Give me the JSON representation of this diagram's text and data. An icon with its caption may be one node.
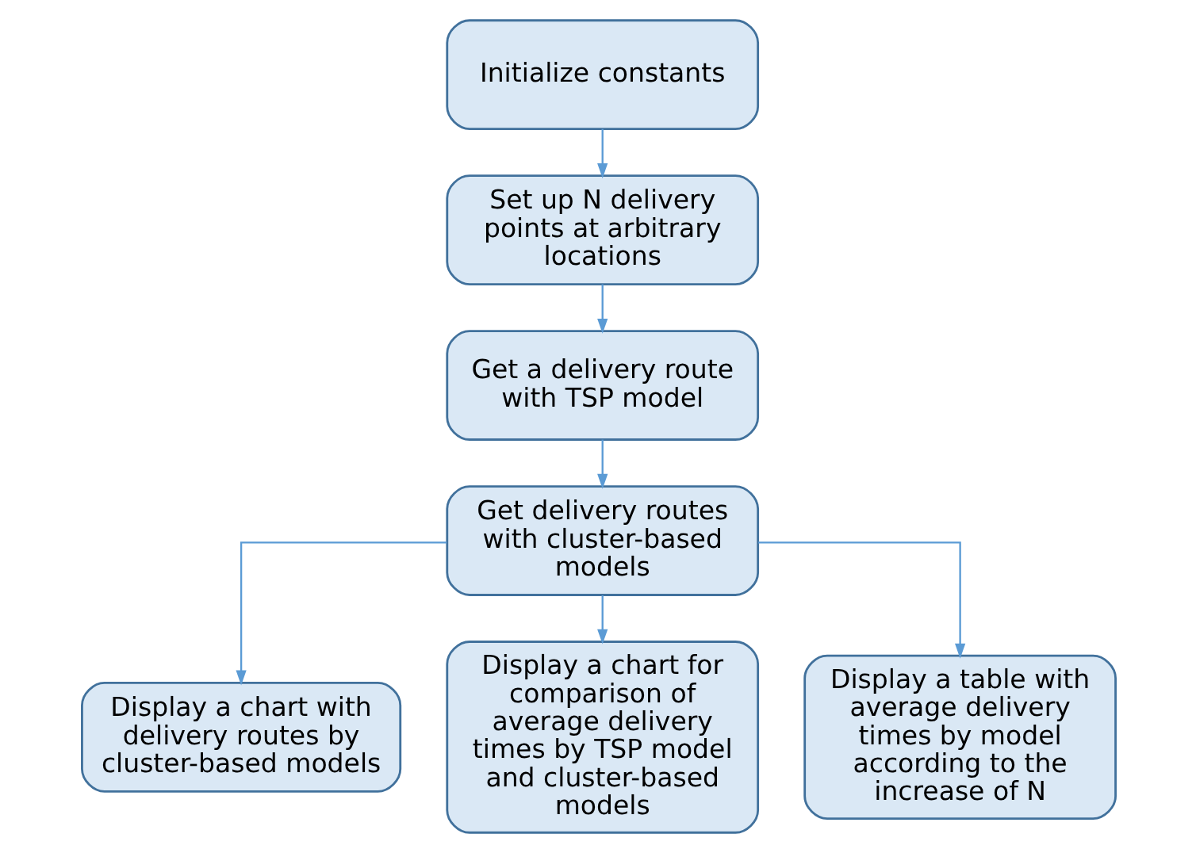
{
  "diagram": {
    "nodes": [
      {
        "text": [
          "Initialize constants"
        ]
      },
      {
        "text": [
          "Set up N delivery points at arbitrary locations"
        ]
      },
      {
        "text": [
          "Get a delivery route with TSP model"
        ]
      },
      {
        "text": [
          "Get delivery routes with cluster-based models"
        ]
      },
      {
        "text": [
          "Display a chart with delivery routes by cluster-based models"
        ]
      },
      {
        "text": [
          "Display a chart for comparison of average delivery times by TSP model and cluster-based models"
        ]
      },
      {
        "text": [
          "Display a table with average delivery times by model according to the increase of N"
        ]
      }
    ],
    "edges": [
      {
        "from": 0,
        "to": 1,
        "arrow": "to"
      },
      {
        "from": 1,
        "to": 2,
        "arrow": "to"
      },
      {
        "from": 2,
        "to": 3,
        "arrow": "to"
      },
      {
        "from": 3,
        "to": 4,
        "arrow": "to"
      },
      {
        "from": 3,
        "to": 5,
        "arrow": "to"
      },
      {
        "from": 3,
        "to": 6,
        "arrow": "to"
      }
    ]
  }
}
